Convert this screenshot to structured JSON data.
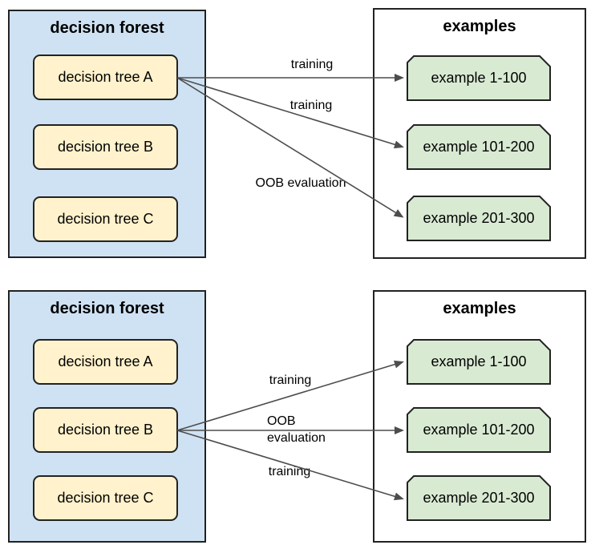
{
  "diagram": {
    "colors": {
      "forest_fill": "#cfe2f3",
      "tree_fill": "#fff2cc",
      "example_fill": "#d9ead3",
      "border": "#222222",
      "arrow": "#4d4d4d"
    },
    "panels": [
      {
        "forest": {
          "title": "decision forest",
          "trees": [
            {
              "label": "decision tree A"
            },
            {
              "label": "decision tree B"
            },
            {
              "label": "decision tree C"
            }
          ]
        },
        "examples": {
          "title": "examples",
          "items": [
            {
              "label": "example 1-100"
            },
            {
              "label": "example 101-200"
            },
            {
              "label": "example 201-300"
            }
          ]
        },
        "arrows": [
          {
            "label": "training",
            "from": "decision tree A",
            "to": "example 1-100"
          },
          {
            "label": "training",
            "from": "decision tree A",
            "to": "example 101-200"
          },
          {
            "label": "OOB evaluation",
            "from": "decision tree A",
            "to": "example 201-300"
          }
        ]
      },
      {
        "forest": {
          "title": "decision forest",
          "trees": [
            {
              "label": "decision tree A"
            },
            {
              "label": "decision tree B"
            },
            {
              "label": "decision tree C"
            }
          ]
        },
        "examples": {
          "title": "examples",
          "items": [
            {
              "label": "example 1-100"
            },
            {
              "label": "example 101-200"
            },
            {
              "label": "example 201-300"
            }
          ]
        },
        "arrows": [
          {
            "label": "training",
            "from": "decision tree B",
            "to": "example 1-100"
          },
          {
            "label": "OOB\nevaluation",
            "from": "decision tree B",
            "to": "example 101-200"
          },
          {
            "label": "training",
            "from": "decision tree B",
            "to": "example 201-300"
          }
        ]
      }
    ]
  }
}
